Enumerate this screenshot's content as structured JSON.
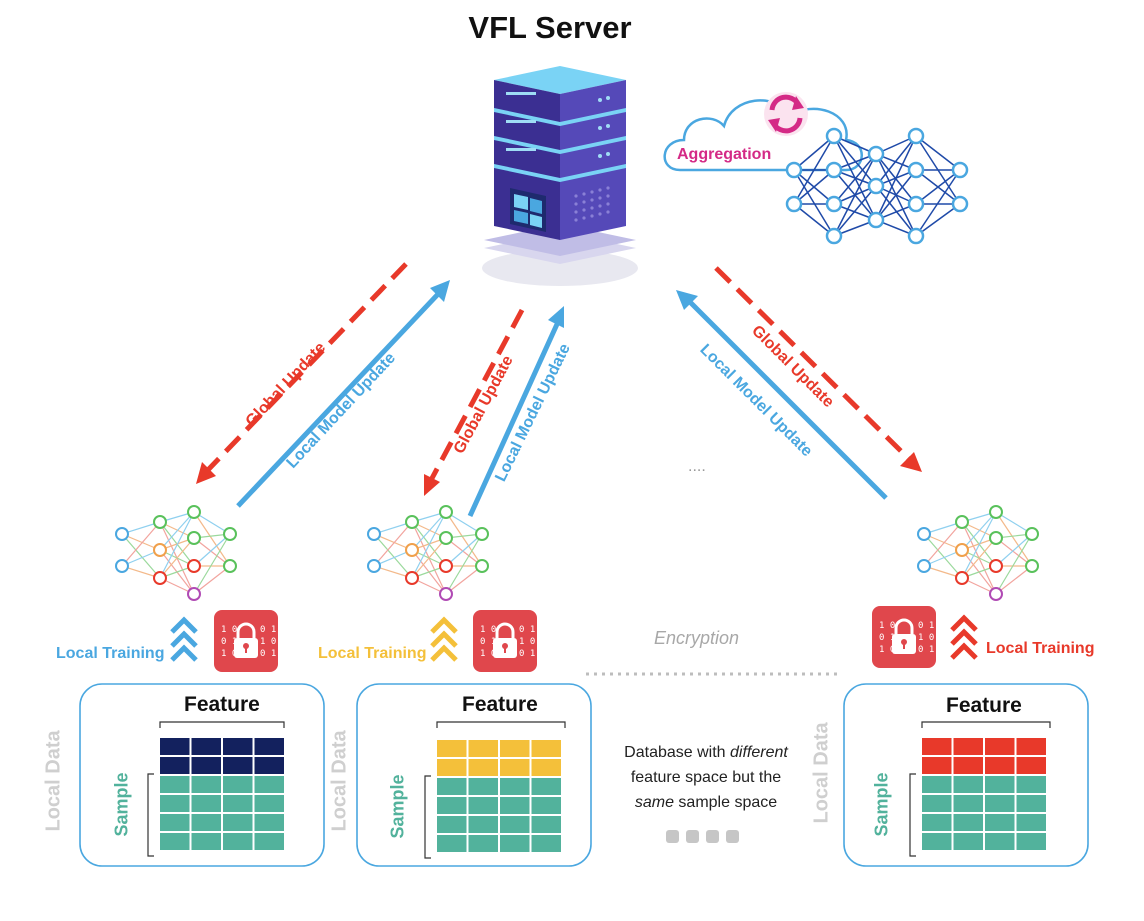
{
  "title": "VFL Server",
  "aggregation": "Aggregation",
  "arrows": {
    "global_update": "Global Update",
    "local_model_update": "Local Model Update"
  },
  "ellipsis_top": "....",
  "encryption": "Encryption",
  "local_training": "Local Training",
  "feature": "Feature",
  "sample": "Sample",
  "local_data": "Local Data",
  "center_text": {
    "line1_a": "Database with ",
    "line1_b": "different",
    "line2": "feature space but the",
    "line3_a": "same",
    "line3_b": " sample space"
  },
  "colors": {
    "global_update": "#e8392a",
    "local_update": "#4aa7e0",
    "client1_accent": "#4aa7e0",
    "client2_accent": "#f4c03a",
    "client3_accent": "#e8392a",
    "client1_feature": "#13215e",
    "client2_feature": "#f4c03a",
    "client3_feature": "#e8392a",
    "sample": "#52b29c",
    "aggregation": "#d42a86",
    "lock": "#e0474c",
    "server": "#4b3fa6"
  }
}
